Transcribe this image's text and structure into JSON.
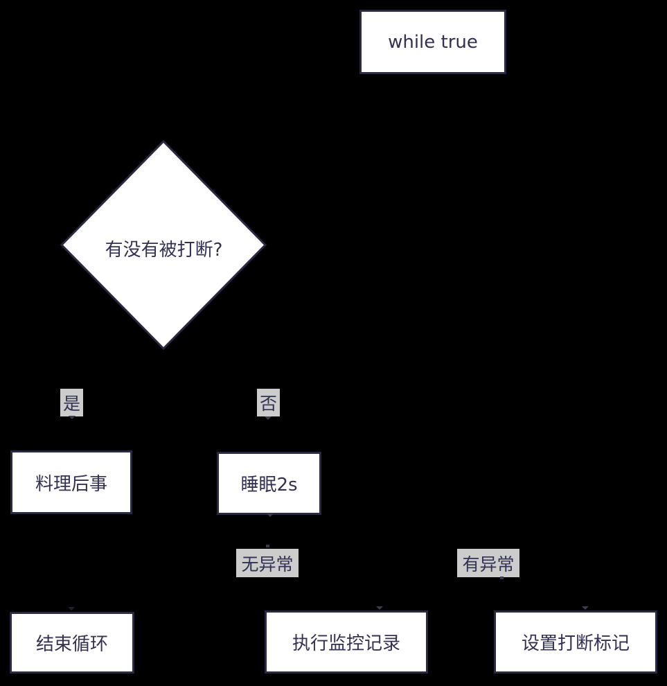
{
  "palette": {
    "canvas_bg": "#000000",
    "node_fill": "#ffffff",
    "node_border": "#2a2942",
    "node_text": "#333152",
    "label_bg": "#cccccc",
    "stub_color": "#3c3c48"
  },
  "diagram": {
    "type": "flowchart",
    "direction": "top-down",
    "nodes": [
      {
        "id": "while_true",
        "shape": "rectangle",
        "label": "while true"
      },
      {
        "id": "interrupted",
        "shape": "diamond",
        "label": "有没有被打断?"
      },
      {
        "id": "cleanup",
        "shape": "rectangle",
        "label": "料理后事"
      },
      {
        "id": "sleep",
        "shape": "rectangle",
        "label": "睡眠2s"
      },
      {
        "id": "end_loop",
        "shape": "rectangle",
        "label": "结束循环"
      },
      {
        "id": "monitor",
        "shape": "rectangle",
        "label": "执行监控记录"
      },
      {
        "id": "set_flag",
        "shape": "rectangle",
        "label": "设置打断标记"
      }
    ],
    "edges": [
      {
        "from": "while_true",
        "to": "interrupted",
        "label": ""
      },
      {
        "from": "interrupted",
        "to": "cleanup",
        "label": "是"
      },
      {
        "from": "interrupted",
        "to": "sleep",
        "label": "否"
      },
      {
        "from": "cleanup",
        "to": "end_loop",
        "label": ""
      },
      {
        "from": "sleep",
        "to": "monitor",
        "label": "无异常"
      },
      {
        "from": "sleep",
        "to": "set_flag",
        "label": "有异常"
      }
    ]
  }
}
